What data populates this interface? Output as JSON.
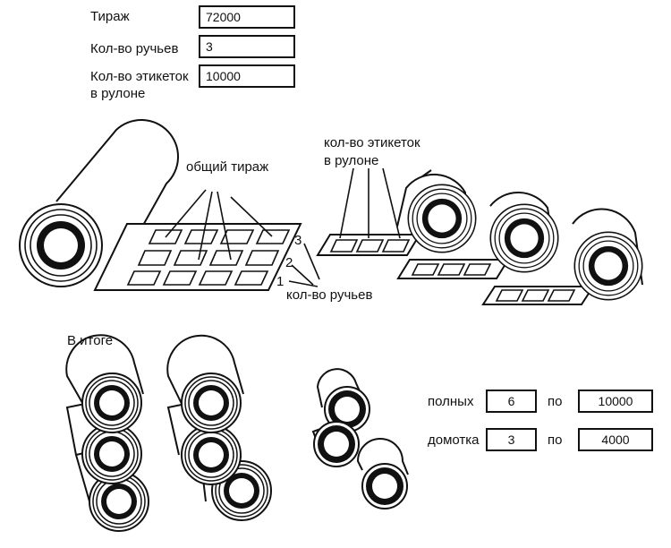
{
  "form": {
    "tirazh_label": "Тираж",
    "tirazh_value": "72000",
    "streams_label": "Кол-во ручьев",
    "streams_value": "3",
    "labels_label_line1": "Кол-во этикеток",
    "labels_label_line2": "в рулоне",
    "labels_value": "10000"
  },
  "diagram": {
    "total_run_label": "общий тираж",
    "labels_per_roll_line1": "кол-во этикеток",
    "labels_per_roll_line2": "в рулоне",
    "streams_label": "кол-во ручьев",
    "stream_numbers": [
      "1",
      "2",
      "3"
    ]
  },
  "result": {
    "heading": "В итоге",
    "full_label": "полных",
    "full_count": "6",
    "full_per_label": "по",
    "full_per_value": "10000",
    "rewind_label": "домотка",
    "rewind_count": "3",
    "rewind_per_label": "по",
    "rewind_per_value": "4000"
  }
}
